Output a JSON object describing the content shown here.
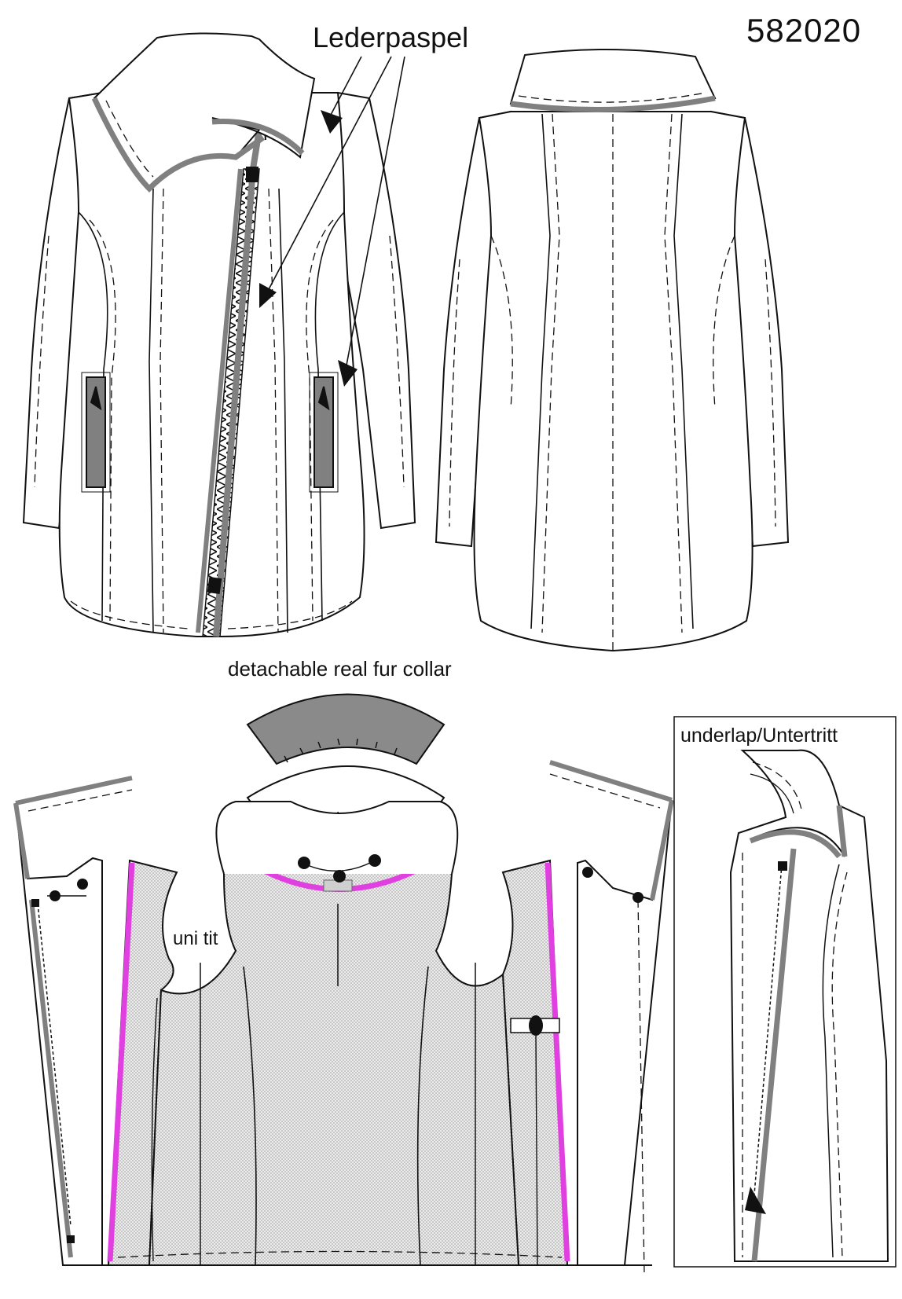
{
  "drawing": {
    "style_number": "582020",
    "callout_label": "Lederpaspel",
    "fur_collar_label": "detachable real fur collar",
    "underlap_label": "underlap/Untertritt",
    "lining_label": "uni tit"
  },
  "colors": {
    "outline": "#111111",
    "leather_piping": "#808080",
    "fur_collar": "#8a8a8a",
    "lining_trim": "#e040e0",
    "lining_fill": "#d8d8d8"
  }
}
